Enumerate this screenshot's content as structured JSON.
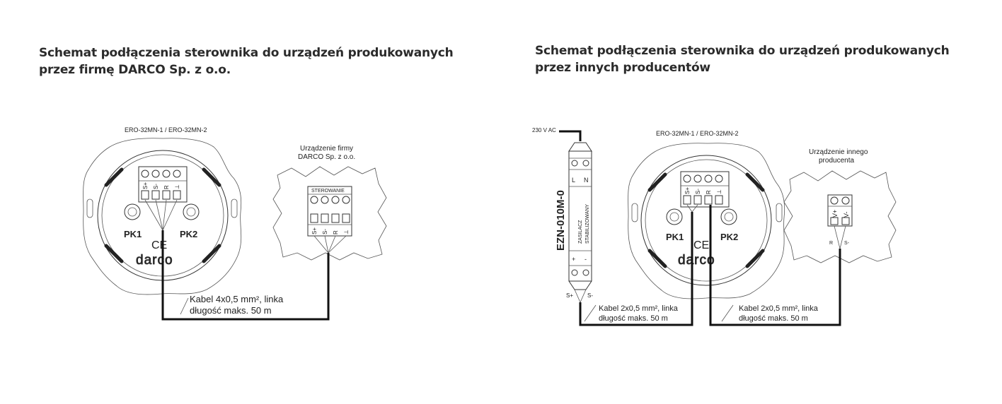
{
  "left": {
    "title_line1": "Schemat podłączenia sterownika do urządzeń produkowanych",
    "title_line2": "przez firmę DARCO Sp. z o.o.",
    "controller_model": "ERO-32MN-1 / ERO-32MN-2",
    "terminals": [
      "S+",
      "S-",
      "R",
      "⊥"
    ],
    "pk1": "PK1",
    "pk2": "PK2",
    "ce": "CE",
    "brand": "darco",
    "device_label_line1": "Urządzenie firmy",
    "device_label_line2": "DARCO Sp. z o.o.",
    "device_terminal_header": "STEROWANIE",
    "device_terminals": [
      "S+",
      "S-",
      "R",
      "⊥"
    ],
    "cable_line1": "Kabel 4x0,5 mm², linka",
    "cable_line2": "długość maks. 50 m"
  },
  "right": {
    "title_line1": "Schemat podłączenia sterownika do urządzeń produkowanych",
    "title_line2": "przez innych producentów",
    "supply_label": "230 V AC",
    "psu_model": "EZN-010M-0",
    "psu_desc_line1": "ZASILACZ",
    "psu_desc_line2": "STABILIZOWANY",
    "psu_top_terminals": [
      "L",
      "N"
    ],
    "psu_bottom_terminals": [
      "+",
      "-"
    ],
    "psu_out_labels": [
      "S+",
      "S-"
    ],
    "controller_model": "ERO-32MN-1 / ERO-32MN-2",
    "terminals": [
      "S+",
      "S-",
      "R",
      "⊥"
    ],
    "pk1": "PK1",
    "pk2": "PK2",
    "ce": "CE",
    "brand": "darco",
    "device_label_line1": "Urządzenie innego",
    "device_label_line2": "producenta",
    "device_terminals": [
      "V+",
      "V-"
    ],
    "device_wire_labels": [
      "R",
      "S-"
    ],
    "cable1_line1": "Kabel 2x0,5 mm², linka",
    "cable1_line2": "długość maks. 50 m",
    "cable2_line1": "Kabel 2x0,5 mm², linka",
    "cable2_line2": "długość maks. 50 m"
  }
}
